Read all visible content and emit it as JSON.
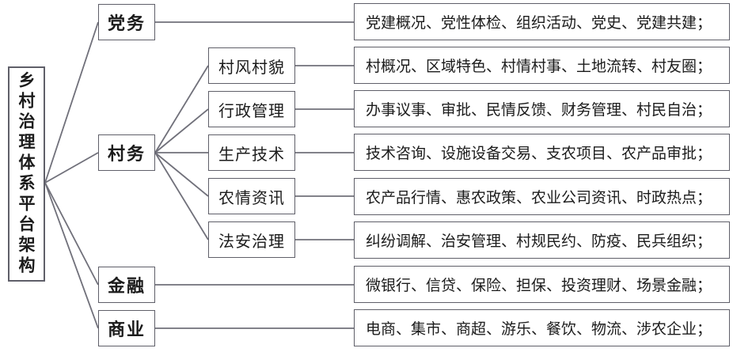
{
  "diagram": {
    "root": {
      "label": "乡村治理体系平台架构"
    },
    "branches": [
      {
        "label": "党务",
        "leaf": "党建概况、党性体检、组织活动、党史、党建共建；"
      },
      {
        "label": "村务",
        "children": [
          {
            "label": "村风村貌",
            "leaf": "村概况、区域特色、村情村事、土地流转、村友圈；"
          },
          {
            "label": "行政管理",
            "leaf": "办事议事、审批、民情反馈、财务管理、村民自治；"
          },
          {
            "label": "生产技术",
            "leaf": "技术咨询、设施设备交易、支农项目、农产品审批；"
          },
          {
            "label": "农情资讯",
            "leaf": "农产品行情、惠农政策、农业公司资讯、时政热点；"
          },
          {
            "label": "法安治理",
            "leaf": "纠纷调解、治安管理、村规民约、防疫、民兵组织；"
          }
        ]
      },
      {
        "label": "金融",
        "leaf": "微银行、信贷、保险、担保、投资理财、场景金融；"
      },
      {
        "label": "商业",
        "leaf": "电商、集市、商超、游乐、餐饮、物流、涉农企业；"
      }
    ],
    "colors": {
      "line": "#70707a",
      "box_border": "#5f5f69",
      "text": "#1b1b1b",
      "background": "#ffffff"
    }
  }
}
